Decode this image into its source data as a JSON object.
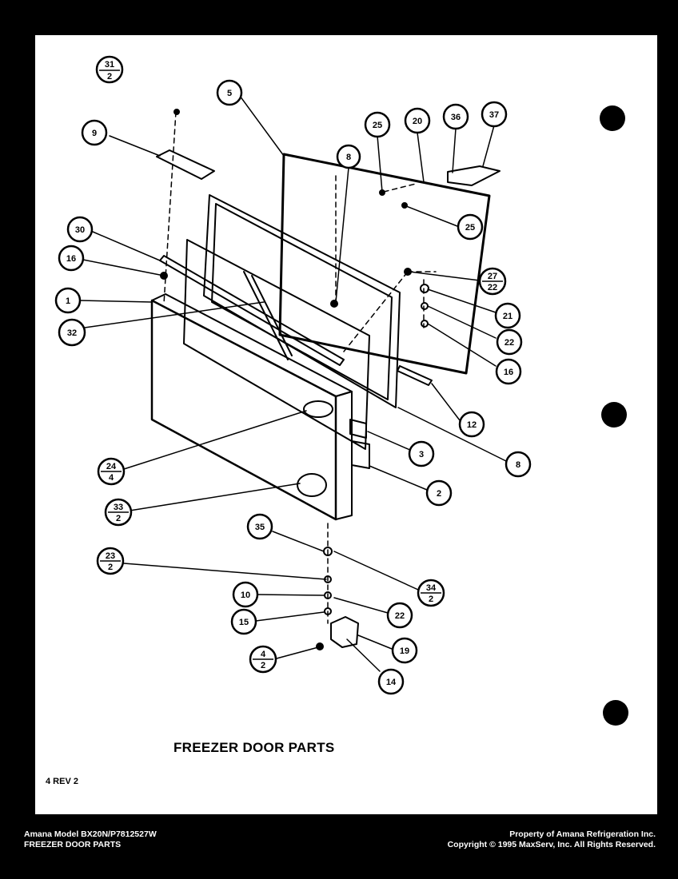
{
  "title": "FREEZER DOOR PARTS",
  "revision": "4 REV 2",
  "footer": {
    "model_line": "Amana Model BX20N/P7812527W",
    "section_line": "FREEZER DOOR PARTS",
    "property_line": "Property of Amana Refrigeration Inc.",
    "copyright_line": "Copyright © 1995 MaxServ, Inc.  All Rights Reserved."
  },
  "callouts": [
    {
      "id": "c-31-2-top",
      "top": "31",
      "bottom": "2"
    },
    {
      "id": "c-9",
      "label": "9"
    },
    {
      "id": "c-5",
      "label": "5"
    },
    {
      "id": "c-8-top",
      "label": "8"
    },
    {
      "id": "c-25-a",
      "label": "25"
    },
    {
      "id": "c-20",
      "label": "20"
    },
    {
      "id": "c-36",
      "label": "36"
    },
    {
      "id": "c-37",
      "label": "37"
    },
    {
      "id": "c-25-b",
      "label": "25"
    },
    {
      "id": "c-30",
      "label": "30"
    },
    {
      "id": "c-16-left",
      "label": "16"
    },
    {
      "id": "c-1",
      "label": "1"
    },
    {
      "id": "c-32",
      "label": "32"
    },
    {
      "id": "c-27-22",
      "top": "27",
      "bottom": "22"
    },
    {
      "id": "c-21",
      "label": "21"
    },
    {
      "id": "c-22-right",
      "label": "22"
    },
    {
      "id": "c-16-right",
      "label": "16"
    },
    {
      "id": "c-12",
      "label": "12"
    },
    {
      "id": "c-3",
      "label": "3"
    },
    {
      "id": "c-8-bottom",
      "label": "8"
    },
    {
      "id": "c-2",
      "label": "2"
    },
    {
      "id": "c-24-4",
      "top": "24",
      "bottom": "4"
    },
    {
      "id": "c-33-2",
      "top": "33",
      "bottom": "2"
    },
    {
      "id": "c-35",
      "label": "35"
    },
    {
      "id": "c-23-2",
      "top": "23",
      "bottom": "2"
    },
    {
      "id": "c-34-2",
      "top": "34",
      "bottom": "2"
    },
    {
      "id": "c-10",
      "label": "10"
    },
    {
      "id": "c-22-bottom",
      "label": "22"
    },
    {
      "id": "c-15",
      "label": "15"
    },
    {
      "id": "c-19",
      "label": "19"
    },
    {
      "id": "c-4-2",
      "top": "4",
      "bottom": "2"
    },
    {
      "id": "c-14",
      "label": "14"
    }
  ]
}
